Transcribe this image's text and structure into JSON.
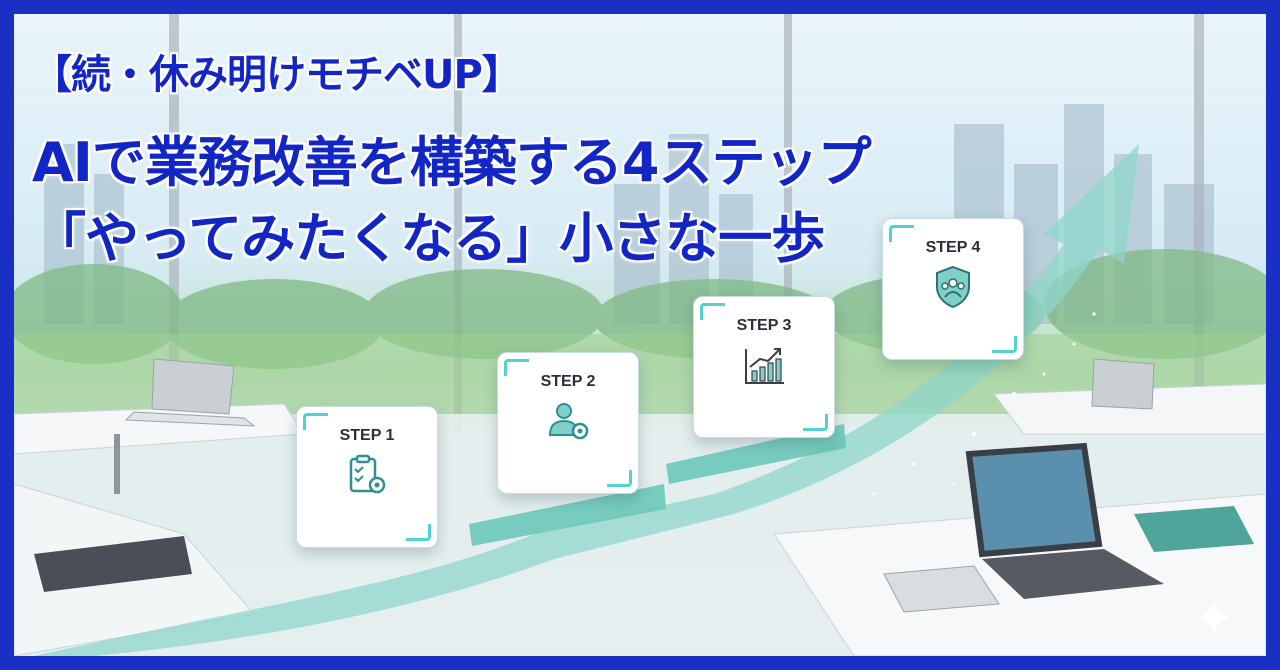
{
  "title": {
    "line1": "【続・休み明けモチベUP】",
    "line2": "AIで業務改善を構築する4ステップ",
    "line3": "「やってみたくなる」小さな一歩"
  },
  "steps": [
    {
      "label": "STEP 1",
      "icon": "clipboard-gear-icon"
    },
    {
      "label": "STEP 2",
      "icon": "user-gear-icon"
    },
    {
      "label": "STEP 3",
      "icon": "growth-chart-icon"
    },
    {
      "label": "STEP 4",
      "icon": "team-shield-icon"
    }
  ],
  "colors": {
    "frame": "#1a2fc4",
    "title": "#1226c6",
    "accent": "#4fd3d0"
  }
}
